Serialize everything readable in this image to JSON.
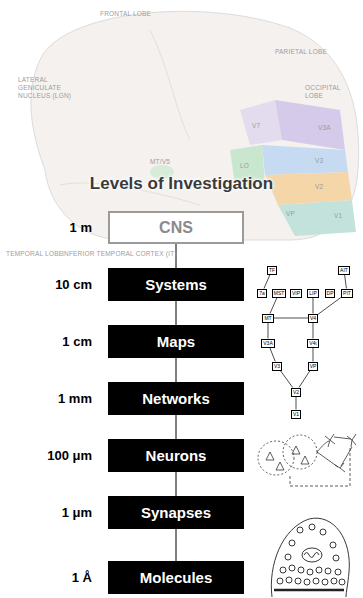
{
  "diagram": {
    "title": "Levels of Investigation",
    "nodes": [
      {
        "text": [
          "CNS"
        ]
      },
      {
        "text": [
          "Systems"
        ]
      },
      {
        "text": [
          "Maps"
        ]
      },
      {
        "text": [
          "Networks"
        ]
      },
      {
        "text": [
          "Neurons"
        ]
      },
      {
        "text": [
          "Synapses"
        ]
      },
      {
        "text": [
          "Molecules"
        ]
      },
      {
        "text": [
          "TF"
        ]
      },
      {
        "text": [
          "AIT"
        ]
      },
      {
        "text": [
          "7a"
        ]
      },
      {
        "text": [
          "MST"
        ]
      },
      {
        "text": [
          "VIP"
        ]
      },
      {
        "text": [
          "LIP"
        ]
      },
      {
        "text": [
          "DP"
        ]
      },
      {
        "text": [
          "PIT"
        ]
      },
      {
        "text": [
          "MT"
        ]
      },
      {
        "text": [
          "V4"
        ]
      },
      {
        "text": [
          "V3A"
        ]
      },
      {
        "text": [
          "V4t"
        ]
      },
      {
        "text": [
          "V3"
        ]
      },
      {
        "text": [
          "VP"
        ]
      },
      {
        "text": [
          "V2"
        ]
      },
      {
        "text": [
          "V1"
        ]
      }
    ],
    "edges": [
      {
        "from": 0,
        "to": 1,
        "arrow": "none"
      },
      {
        "from": 1,
        "to": 2,
        "arrow": "none"
      },
      {
        "from": 2,
        "to": 3,
        "arrow": "none"
      },
      {
        "from": 3,
        "to": 4,
        "arrow": "none"
      },
      {
        "from": 4,
        "to": 5,
        "arrow": "none"
      },
      {
        "from": 5,
        "to": 6,
        "arrow": "none"
      },
      {
        "from": 22,
        "to": 21,
        "arrow": "none"
      },
      {
        "from": 21,
        "to": 19,
        "arrow": "none"
      },
      {
        "from": 21,
        "to": 20,
        "arrow": "none"
      },
      {
        "from": 19,
        "to": 17,
        "arrow": "none"
      },
      {
        "from": 20,
        "to": 18,
        "arrow": "none"
      },
      {
        "from": 17,
        "to": 15,
        "arrow": "none"
      },
      {
        "from": 18,
        "to": 16,
        "arrow": "none"
      },
      {
        "from": 15,
        "to": 16,
        "arrow": "none"
      },
      {
        "from": 15,
        "to": 10,
        "arrow": "none"
      },
      {
        "from": 16,
        "to": 12,
        "arrow": "none"
      },
      {
        "from": 16,
        "to": 14,
        "arrow": "none"
      },
      {
        "from": 9,
        "to": 7,
        "arrow": "none"
      },
      {
        "from": 14,
        "to": 8,
        "arrow": "none"
      }
    ],
    "labels": [
      "1 m",
      "10 cm",
      "1 cm",
      "1 mm",
      "100 μm",
      "1 μm",
      "1 Å",
      "FRONTAL LOBE",
      "LATERAL GENICULATE NUCLEUS (LGN)",
      "PARIETAL LOBE",
      "OCCIPITAL LOBE",
      "V7",
      "V3A",
      "LO",
      "V3",
      "V2",
      "VP",
      "V1",
      "MT/V5",
      "TEMPORAL LOBE",
      "INFERIOR TEMPORAL CORTEX (IT)"
    ]
  }
}
